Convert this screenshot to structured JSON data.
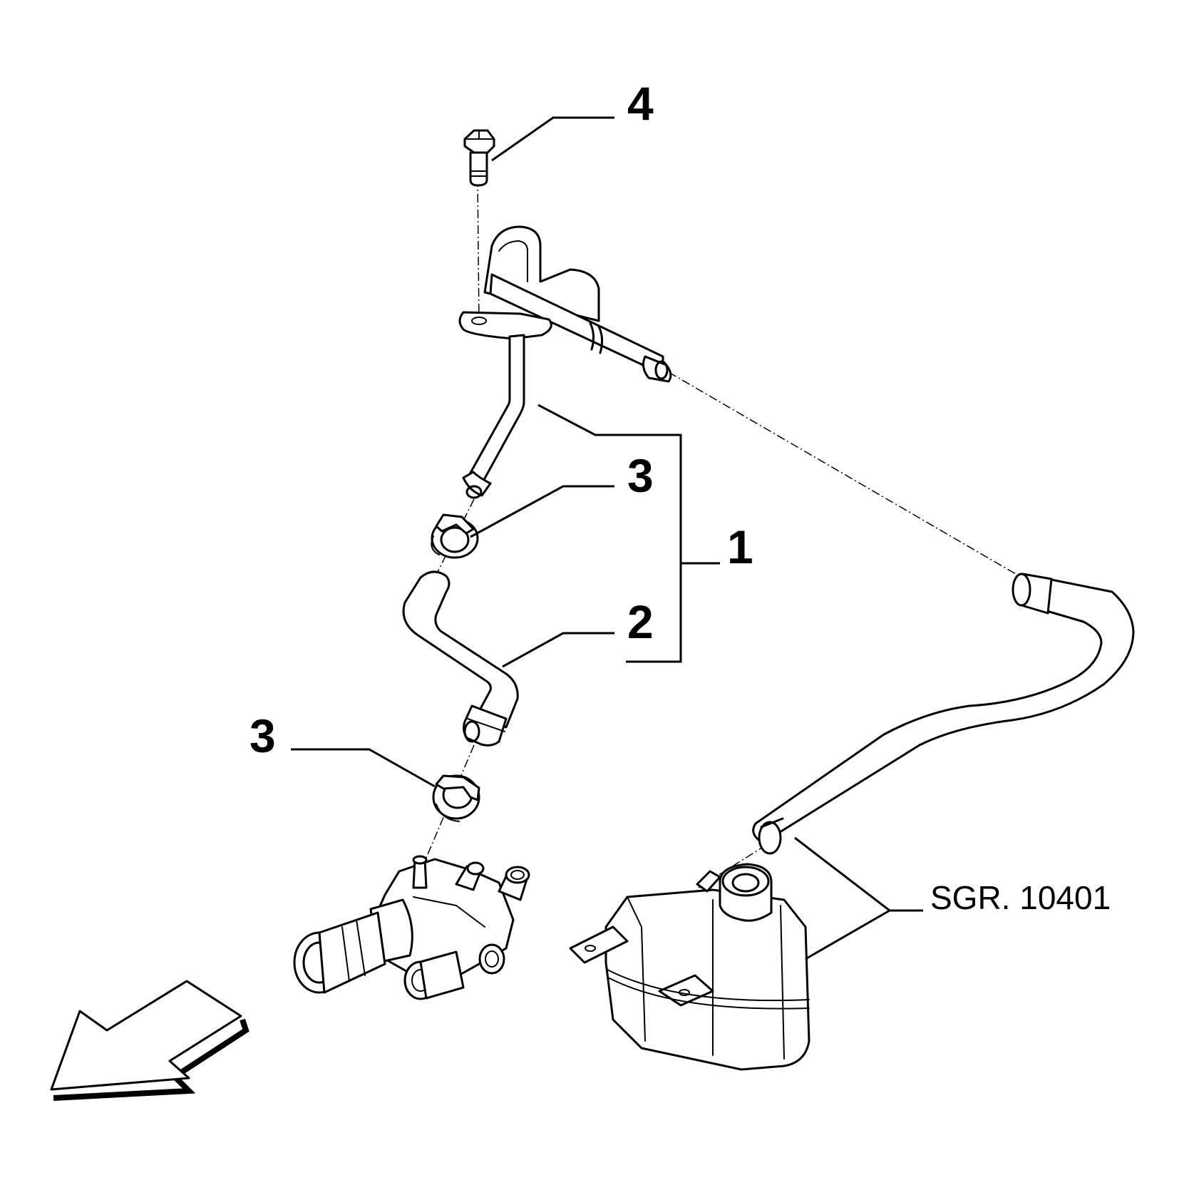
{
  "diagram": {
    "callouts": {
      "c4": "4",
      "c3_top": "3",
      "c1": "1",
      "c2": "2",
      "c3_bottom": "3"
    },
    "reference": "SGR. 10401"
  }
}
